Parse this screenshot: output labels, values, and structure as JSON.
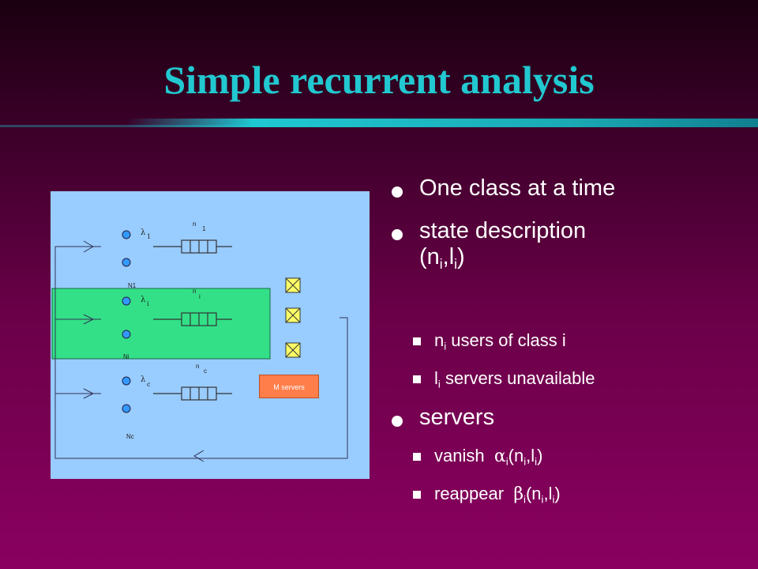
{
  "slide": {
    "title": "Simple recurrent analysis"
  },
  "bullets": {
    "item1": "One class at a time",
    "item2_line1": "state description",
    "item2_line2_prefix": "(n",
    "item2_sub_n": "i",
    "item2_comma": ",l",
    "item2_sub_l": "i",
    "item2_close": ")",
    "sub1_prefix": "n",
    "sub1_sub": "i",
    "sub1_text": " users of class i",
    "sub2_prefix": "l",
    "sub2_sub": "i",
    "sub2_text": " servers unavailable",
    "item3": "servers",
    "sub3_word": "vanish",
    "sub3_greek": "α",
    "sub4_word": "reappear",
    "sub4_greek": "β",
    "arg_open": "(n",
    "arg_sub": "i",
    "arg_mid": ",l",
    "arg_close": ")"
  },
  "diagram": {
    "labels": {
      "lambda1": "λ",
      "lambda1_sub": "1",
      "lambdai": "λ",
      "lambdai_sub": "i",
      "lambdac": "λ",
      "lambdac_sub": "c",
      "n1": "n",
      "n1_sub": "1",
      "ni": "n",
      "ni_sub": "i",
      "nc": "n",
      "nc_sub": "c",
      "N1": "N1",
      "Ni": "Ni",
      "Nc": "Nc",
      "mservers": "M servers"
    },
    "colors": {
      "panel": "#99ccff",
      "highlight": "#33e088",
      "server": "#ffff66",
      "mservers": "#ff7e4a",
      "node": "#3399ff"
    }
  }
}
